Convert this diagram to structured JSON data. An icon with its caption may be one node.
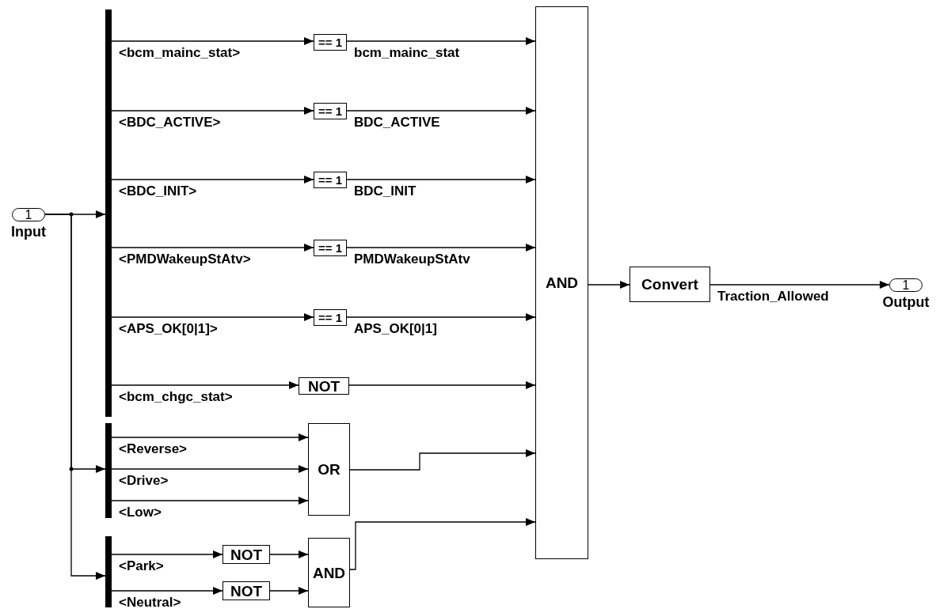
{
  "diagram": {
    "nodes": [
      {
        "text": [
          "1"
        ],
        "beside": [
          "Input"
        ]
      },
      {
        "text": [],
        "shape": "bar"
      },
      {
        "text": [],
        "shape": "bar"
      },
      {
        "text": [],
        "shape": "bar"
      },
      {
        "text": [
          "== 1"
        ]
      },
      {
        "text": [
          "== 1"
        ]
      },
      {
        "text": [
          "== 1"
        ]
      },
      {
        "text": [
          "== 1"
        ]
      },
      {
        "text": [
          "== 1"
        ]
      },
      {
        "text": [
          "NOT"
        ]
      },
      {
        "text": [
          "OR"
        ]
      },
      {
        "text": [
          "NOT"
        ]
      },
      {
        "text": [
          "NOT"
        ]
      },
      {
        "text": [
          "AND"
        ]
      },
      {
        "text": [
          "AND"
        ]
      },
      {
        "text": [
          "Convert"
        ]
      },
      {
        "text": [
          "1"
        ],
        "beside": [
          "Output"
        ]
      }
    ],
    "edges": [
      {
        "from": 0,
        "to": 1,
        "arrow": "to"
      },
      {
        "from": 0,
        "to": 2,
        "arrow": "to"
      },
      {
        "from": 0,
        "to": 3,
        "arrow": "to"
      },
      {
        "from": 1,
        "to": 4,
        "arrow": "to",
        "label": "<bcm_mainc_stat>"
      },
      {
        "from": 1,
        "to": 5,
        "arrow": "to",
        "label": "<BDC_ACTIVE>"
      },
      {
        "from": 1,
        "to": 6,
        "arrow": "to",
        "label": "<BDC_INIT>"
      },
      {
        "from": 1,
        "to": 7,
        "arrow": "to",
        "label": "<PMDWakeupStAtv>"
      },
      {
        "from": 1,
        "to": 8,
        "arrow": "to",
        "label": "<APS_OK[0|1]>"
      },
      {
        "from": 1,
        "to": 9,
        "arrow": "to",
        "label": "<bcm_chgc_stat>"
      },
      {
        "from": 2,
        "to": 10,
        "arrow": "to",
        "label": "<Reverse>"
      },
      {
        "from": 2,
        "to": 10,
        "arrow": "to",
        "label": "<Drive>"
      },
      {
        "from": 2,
        "to": 10,
        "arrow": "to",
        "label": "<Low>"
      },
      {
        "from": 3,
        "to": 11,
        "arrow": "to",
        "label": "<Park>"
      },
      {
        "from": 3,
        "to": 12,
        "arrow": "to",
        "label": "<Neutral>"
      },
      {
        "from": 11,
        "to": 13,
        "arrow": "to"
      },
      {
        "from": 12,
        "to": 13,
        "arrow": "to"
      },
      {
        "from": 4,
        "to": 14,
        "arrow": "to",
        "label": "bcm_mainc_stat"
      },
      {
        "from": 5,
        "to": 14,
        "arrow": "to",
        "label": "BDC_ACTIVE"
      },
      {
        "from": 6,
        "to": 14,
        "arrow": "to",
        "label": "BDC_INIT"
      },
      {
        "from": 7,
        "to": 14,
        "arrow": "to",
        "label": "PMDWakeupStAtv"
      },
      {
        "from": 8,
        "to": 14,
        "arrow": "to",
        "label": "APS_OK[0|1]"
      },
      {
        "from": 9,
        "to": 14,
        "arrow": "to"
      },
      {
        "from": 10,
        "to": 14,
        "arrow": "to"
      },
      {
        "from": 13,
        "to": 14,
        "arrow": "to"
      },
      {
        "from": 14,
        "to": 15,
        "arrow": "to"
      },
      {
        "from": 15,
        "to": 16,
        "arrow": "to",
        "label": "Traction_Allowed"
      }
    ]
  }
}
